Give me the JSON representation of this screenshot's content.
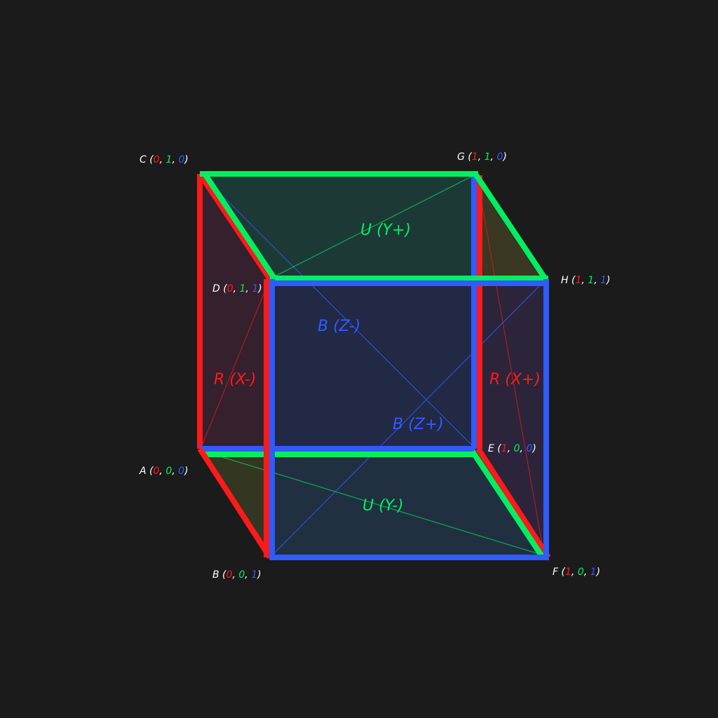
{
  "colors": {
    "background": "#1b1b1b",
    "x_axis": "#ff1a1a",
    "y_axis": "#00ef60",
    "z_axis": "#2f5bff",
    "label_text": "#ffffff"
  },
  "faces": {
    "z_minus": {
      "label": "B (Z-)",
      "color": "#2f5bff"
    },
    "z_plus": {
      "label": "B (Z+)",
      "color": "#2f5bff"
    },
    "x_minus": {
      "label": "R (X-)",
      "color": "#ff1a1a"
    },
    "x_plus": {
      "label": "R (X+)",
      "color": "#ff1a1a"
    },
    "y_plus": {
      "label": "U (Y+)",
      "color": "#00ef60"
    },
    "y_minus": {
      "label": "U (Y-)",
      "color": "#00ef60"
    }
  },
  "vertices": {
    "A": {
      "name": "A",
      "x": "0",
      "y": "0",
      "z": "0"
    },
    "B": {
      "name": "B",
      "x": "0",
      "y": "0",
      "z": "1"
    },
    "C": {
      "name": "C",
      "x": "0",
      "y": "1",
      "z": "0"
    },
    "D": {
      "name": "D",
      "x": "0",
      "y": "1",
      "z": "1"
    },
    "E": {
      "name": "E",
      "x": "1",
      "y": "0",
      "z": "0"
    },
    "F": {
      "name": "F",
      "x": "1",
      "y": "0",
      "z": "1"
    },
    "G": {
      "name": "G",
      "x": "1",
      "y": "1",
      "z": "0"
    },
    "H": {
      "name": "H",
      "x": "1",
      "y": "1",
      "z": "1"
    }
  },
  "punct": {
    "open": " (",
    "comma": ", ",
    "close": ")"
  }
}
